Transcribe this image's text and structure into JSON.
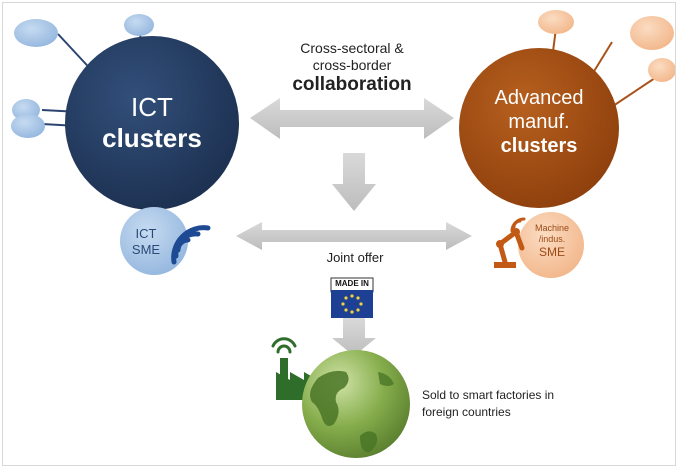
{
  "ict_cluster": {
    "line1": "ICT",
    "line2": "clusters"
  },
  "manuf_cluster": {
    "line1": "Advanced",
    "line2": "manuf.",
    "line3": "clusters"
  },
  "collaboration": {
    "line1": "Cross-sectoral &",
    "line2": "cross-border",
    "line3": "collaboration"
  },
  "ict_sme": {
    "line1": "ICT",
    "line2": "SME"
  },
  "manuf_sme": {
    "line1": "Machine",
    "line2": "/indus.",
    "line3": "SME"
  },
  "joint_offer": "Joint offer",
  "made_in": "MADE IN",
  "sold": {
    "line1": "Sold to smart factories in",
    "line2": "foreign countries"
  },
  "colors": {
    "ict_dark": "#233a5e",
    "ict_light": "#a9c6e6",
    "manuf_dark": "#a24c12",
    "manuf_light": "#f6c8a2",
    "arrow_gray": "#c8c8c8",
    "globe_green": "#7fa646",
    "eu_blue": "#1d3f94",
    "eu_gold": "#f1d23a"
  }
}
